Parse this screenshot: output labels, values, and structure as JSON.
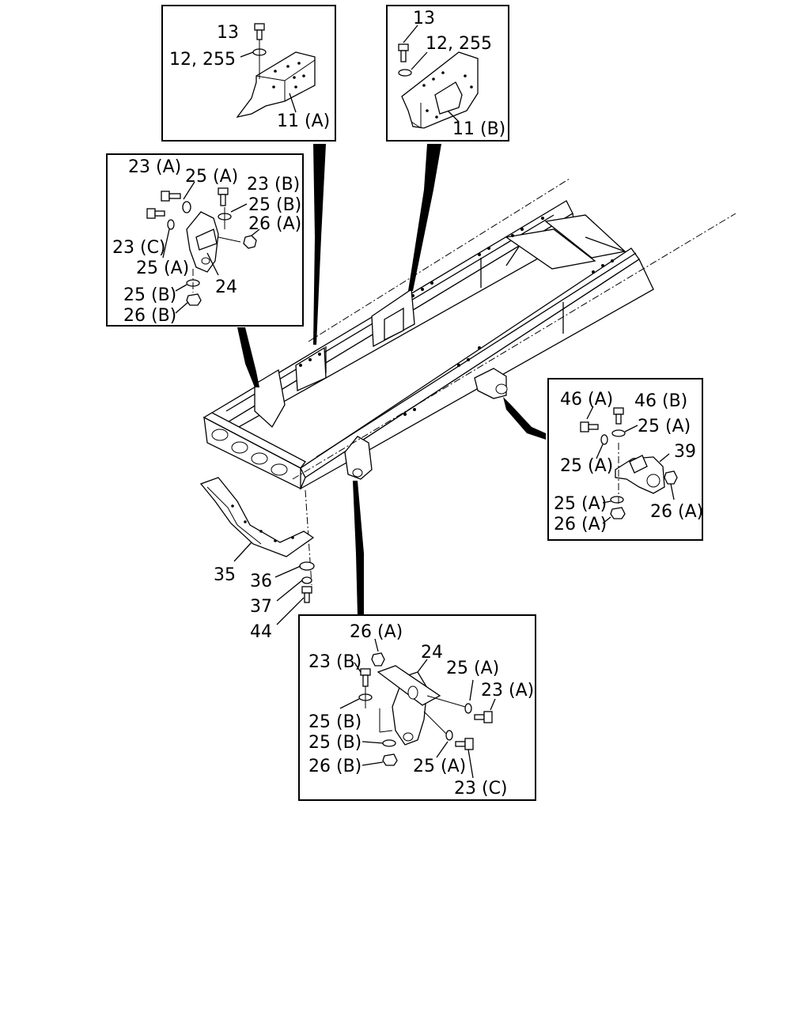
{
  "callouts": {
    "inset_a": {
      "l13": "13",
      "l12_255": "12, 255",
      "l11a": "11 (A)"
    },
    "inset_b": {
      "l13": "13",
      "l12_255": "12, 255",
      "l11b": "11 (B)"
    },
    "inset_c": {
      "l23a": "23 (A)",
      "l25a_top": "25 (A)",
      "l23b": "23 (B)",
      "l25b_top": "25 (B)",
      "l26a": "26 (A)",
      "l23c": "23 (C)",
      "l25a_mid": "25 (A)",
      "l24": "24",
      "l25b_bot": "25 (B)",
      "l26b": "26 (B)"
    },
    "inset_d": {
      "l46a": "46 (A)",
      "l46b": "46 (B)",
      "l25a_top": "25 (A)",
      "l25a_mid": "25 (A)",
      "l39": "39",
      "l25a_bot": "25 (A)",
      "l26a_right": "26 (A)",
      "l26a_bot": "26 (A)"
    },
    "inset_e": {
      "l26a": "26 (A)",
      "l24": "24",
      "l23b": "23 (B)",
      "l25a_top": "25 (A)",
      "l23a": "23 (A)",
      "l25b_top": "25 (B)",
      "l25b_bot": "25 (B)",
      "l26b": "26 (B)",
      "l25a_bot": "25 (A)",
      "l23c": "23 (C)"
    },
    "main": {
      "l35": "35",
      "l36": "36",
      "l37": "37",
      "l44": "44"
    }
  }
}
